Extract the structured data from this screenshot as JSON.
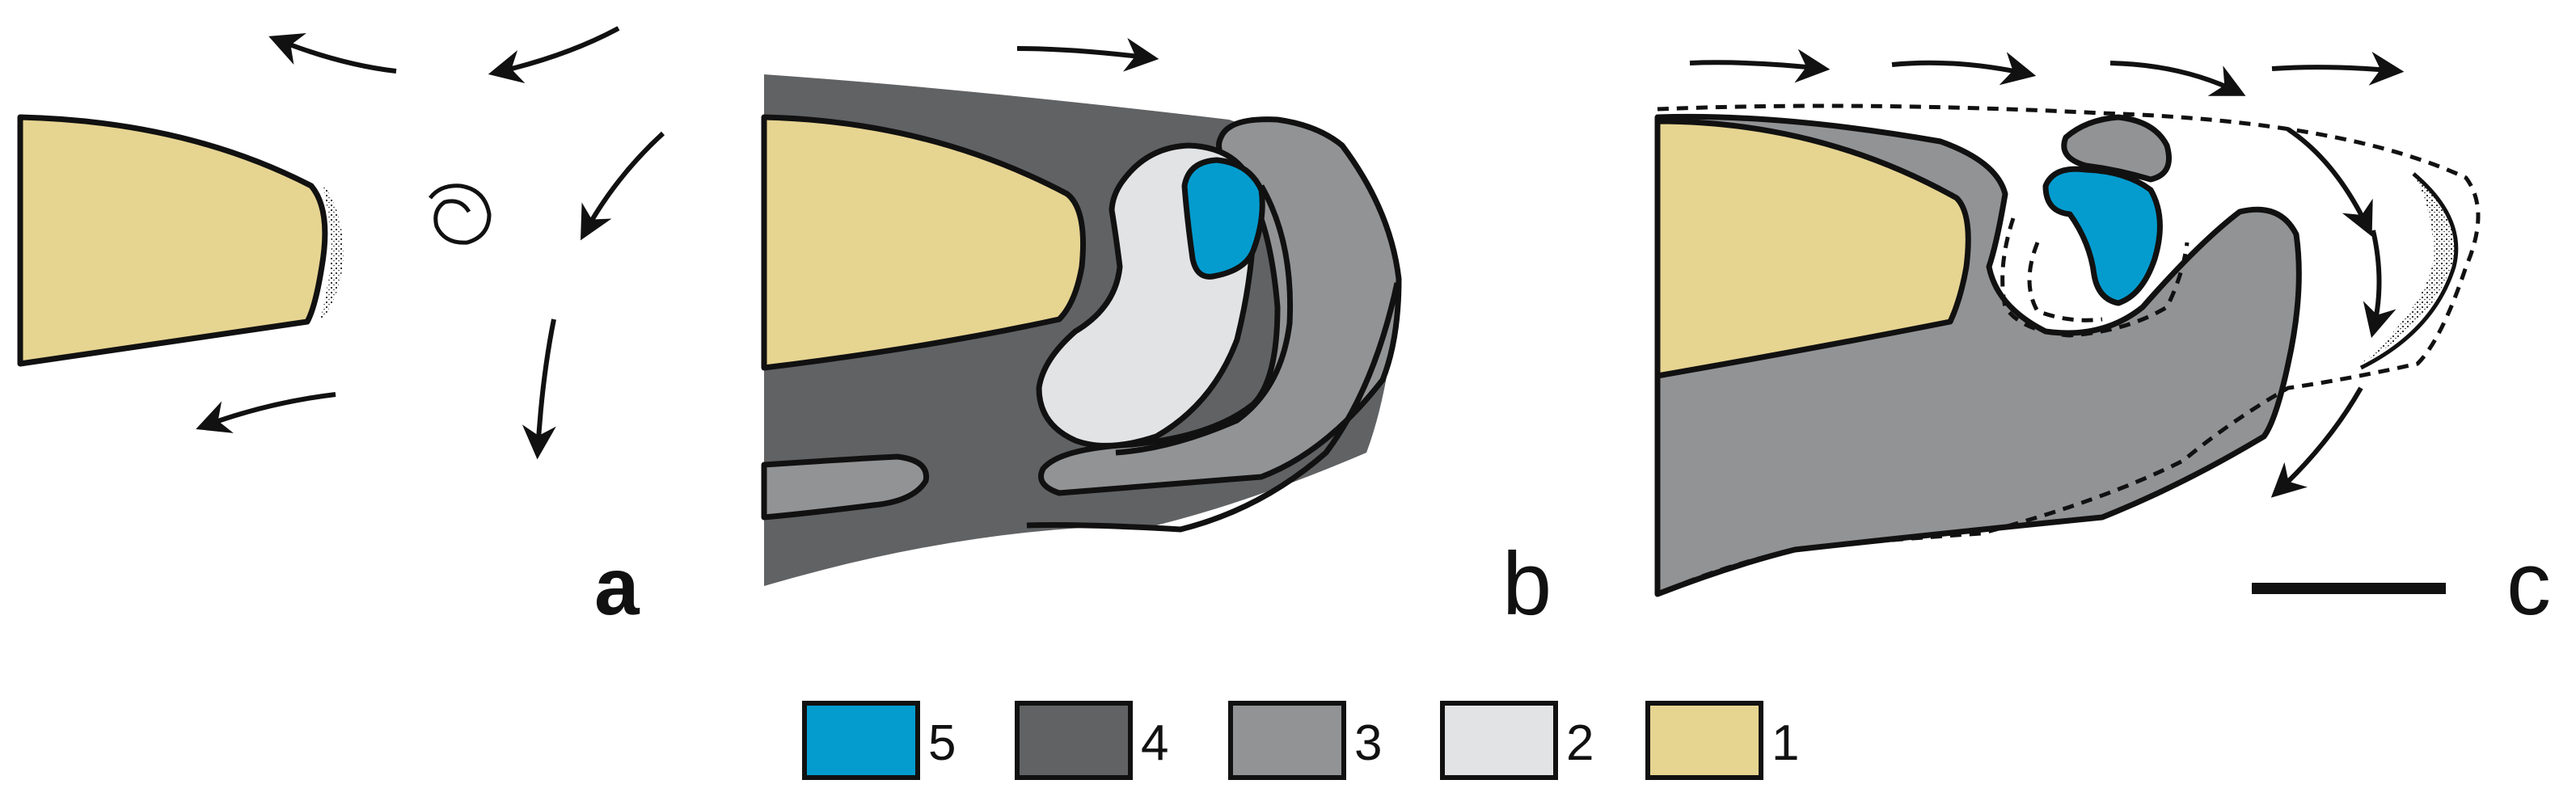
{
  "panels": [
    {
      "letter": "a",
      "bold": true
    },
    {
      "letter": "b",
      "bold": false
    },
    {
      "letter": "c",
      "bold": false
    }
  ],
  "legend": [
    {
      "label": "5",
      "color": "#049ccf"
    },
    {
      "label": "4",
      "color": "#616264"
    },
    {
      "label": "3",
      "color": "#929395"
    },
    {
      "label": "2",
      "color": "#e2e3e5"
    },
    {
      "label": "1",
      "color": "#e6d491"
    }
  ],
  "colors": {
    "outline": "#111111",
    "background": "#ffffff"
  },
  "icons": [
    "curved-arrow-icon",
    "spiral-icon",
    "scale-bar"
  ]
}
